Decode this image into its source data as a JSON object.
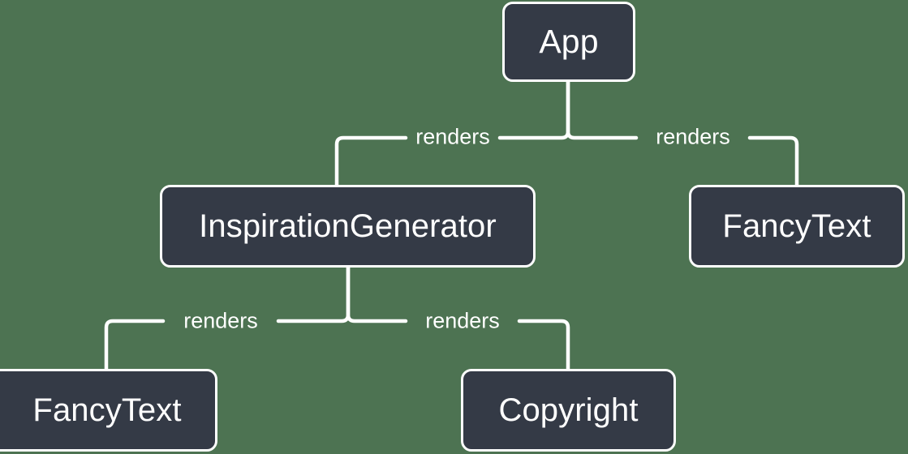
{
  "diagram": {
    "type": "component-tree",
    "background_color": "#4d7352",
    "node_fill_color": "#343a46",
    "node_border_color": "#ffffff",
    "text_color": "#ffffff",
    "nodes": [
      {
        "id": "app",
        "label": "App"
      },
      {
        "id": "inspiration",
        "label": "InspirationGenerator"
      },
      {
        "id": "fancytext-right",
        "label": "FancyText"
      },
      {
        "id": "fancytext-left",
        "label": "FancyText"
      },
      {
        "id": "copyright",
        "label": "Copyright"
      }
    ],
    "edges": [
      {
        "from": "app",
        "to": "inspiration",
        "label": "renders"
      },
      {
        "from": "app",
        "to": "fancytext-right",
        "label": "renders"
      },
      {
        "from": "inspiration",
        "to": "fancytext-left",
        "label": "renders"
      },
      {
        "from": "inspiration",
        "to": "copyright",
        "label": "renders"
      }
    ]
  }
}
